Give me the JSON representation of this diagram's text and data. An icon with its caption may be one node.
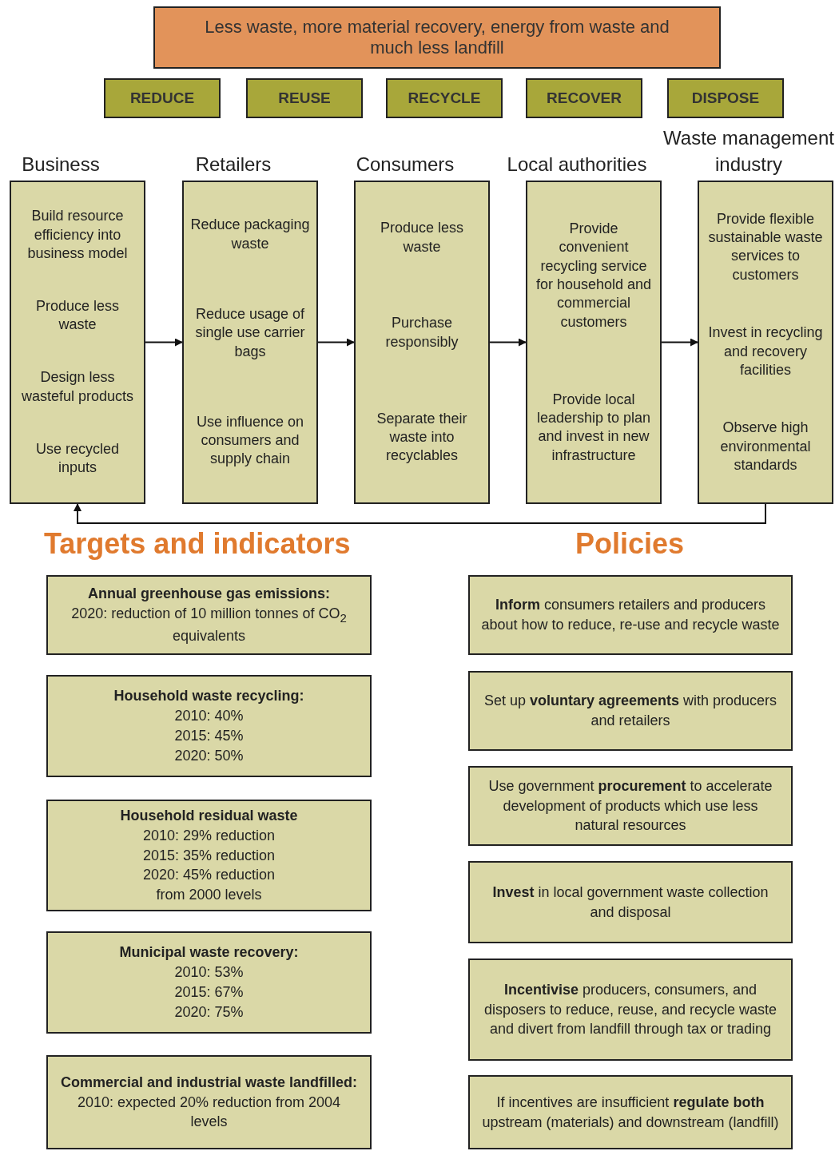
{
  "diagram": {
    "nodes": [
      {
        "text": [
          "Less waste, more material recovery, energy from waste and much less landfill"
        ]
      },
      {
        "text": [
          "REDUCE"
        ]
      },
      {
        "text": [
          "REUSE"
        ]
      },
      {
        "text": [
          "RECYCLE"
        ]
      },
      {
        "text": [
          "RECOVER"
        ]
      },
      {
        "text": [
          "DISPOSE"
        ]
      },
      {
        "text": [
          "Business",
          "Build resource efficiency into business model",
          "Produce less waste",
          "Design less wasteful products",
          "Use recycled inputs"
        ]
      },
      {
        "text": [
          "Retailers",
          "Reduce packaging waste",
          "Reduce usage of single use carrier bags",
          "Use influence on consumers and supply chain"
        ]
      },
      {
        "text": [
          "Consumers",
          "Produce less waste",
          "Purchase responsibly",
          "Separate their waste into recyclables"
        ]
      },
      {
        "text": [
          "Local authorities",
          "Provide convenient recycling service for household and commercial customers",
          "Provide local leadership to plan and invest in new infrastructure"
        ]
      },
      {
        "text": [
          "Waste management industry",
          "Provide flexible sustainable waste services to customers",
          "Invest in recycling and recovery facilities",
          "Observe high environmental standards"
        ]
      },
      {
        "text": [
          "Annual greenhouse gas emissions:",
          "2020: reduction of 10 million tonnes of CO$_{2}$ equivalents"
        ]
      },
      {
        "text": [
          "Household waste recycling:",
          "2010: 40%",
          "2015: 45%",
          "2020: 50%"
        ]
      },
      {
        "text": [
          "Household residual waste",
          "2010: 29% reduction",
          "2015: 35% reduction",
          "2020: 45% reduction",
          "from 2000 levels"
        ]
      },
      {
        "text": [
          "Municipal waste recovery:",
          "2010: 53%",
          "2015: 67%",
          "2020: 75%"
        ]
      },
      {
        "text": [
          "Commercial and industrial waste landfilled:",
          "2010: expected 20% reduction from 2004 levels"
        ]
      },
      {
        "text": [
          "**Inform** consumers retailers and producers about how to reduce, re-use and recycle waste"
        ]
      },
      {
        "text": [
          "Set up **voluntary agreements** with producers and retailers"
        ]
      },
      {
        "text": [
          "Use government **procurement** to accelerate development of products which use less natural resources"
        ]
      },
      {
        "text": [
          "**Invest** in local government waste collection and disposal"
        ]
      },
      {
        "text": [
          "**Incentivise** producers, consumers, and disposers to reduce, reuse, and recycle waste and divert from landfill through tax or trading"
        ]
      },
      {
        "text": [
          "If incentives are insufficient **regulate both** upstream (materials) and downstream (landfill)"
        ]
      }
    ],
    "edges": [
      {
        "from": 6,
        "to": 7,
        "arrow": "to"
      },
      {
        "from": 7,
        "to": 8,
        "arrow": "to"
      },
      {
        "from": 8,
        "to": 9,
        "arrow": "to"
      },
      {
        "from": 9,
        "to": 10,
        "arrow": "to"
      },
      {
        "from": 10,
        "to": 6,
        "arrow": "to"
      }
    ],
    "labels": [
      "Targets and indicators",
      "Policies"
    ]
  }
}
